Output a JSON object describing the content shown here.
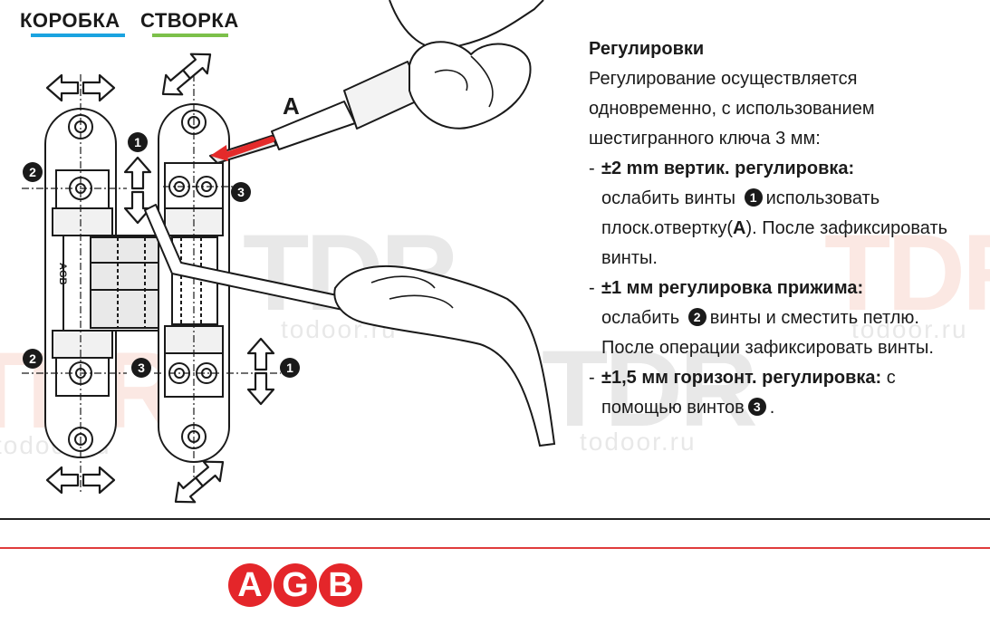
{
  "header": {
    "box_label": "КОРОБКА",
    "sash_label": "СТВОРКА",
    "box_color": "#1aa3e0",
    "sash_color": "#7cc04a"
  },
  "diagram": {
    "letter_a": "A",
    "hinge_mark": "AGB",
    "callouts": [
      "1",
      "2",
      "3",
      "2",
      "3",
      "1"
    ]
  },
  "watermark": {
    "brand": "TDR",
    "site": "todoor.ru"
  },
  "text": {
    "title": "Регулировки",
    "intro": "Регулирование осуществляется одновременно, с использованием шестигранного ключа 3 мм:",
    "items": [
      {
        "head": "±2 mm вертик. регулировка:",
        "before": "ослабить винты",
        "badge": "1",
        "after": "использовать плоск.отвертку(",
        "bold": "A",
        "tail": "). После зафиксировать винты."
      },
      {
        "head": "±1 мм регулировка прижима:",
        "before": "ослабить",
        "badge": "2",
        "after": "винты и сместить петлю. После операции зафиксировать винты."
      },
      {
        "head": "±1,5 мм горизонт. регулировка:",
        "before": "с помощью винтов",
        "badge": "3",
        "after": "."
      }
    ]
  },
  "logo": {
    "letters": [
      "A",
      "G",
      "B"
    ],
    "color": "#e4262a"
  }
}
